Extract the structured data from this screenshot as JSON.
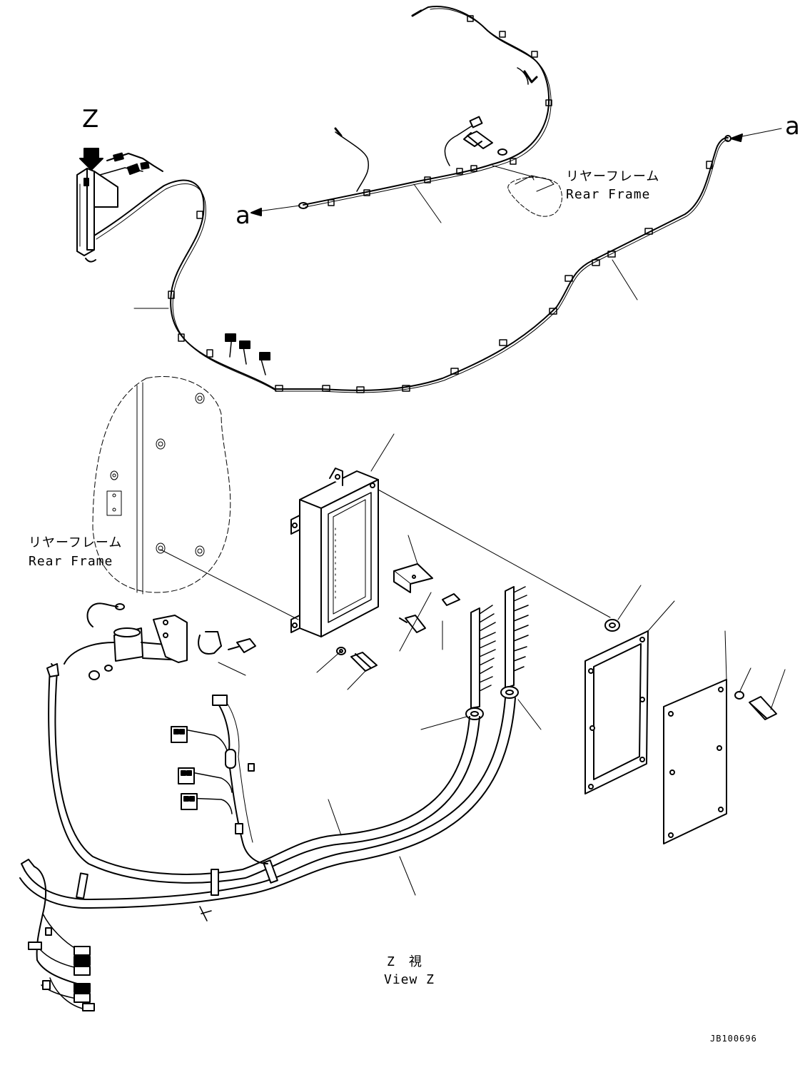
{
  "labels": {
    "view_letter": "Z",
    "arrow_a_left": "a",
    "arrow_a_right": "a",
    "rear_frame_top_jp": "リヤーフレーム",
    "rear_frame_top_en": "Rear Frame",
    "rear_frame_left_jp": "リヤーフレーム",
    "rear_frame_left_en": "Rear Frame",
    "view_z_jp": "Z　視",
    "view_z_en": "View Z",
    "drawing_id": "JB100696"
  }
}
